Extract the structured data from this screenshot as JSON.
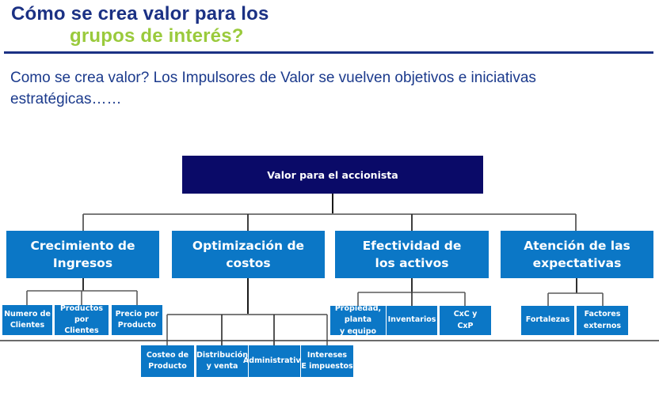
{
  "header": {
    "title_line1": "Cómo se crea valor para los",
    "title_line2": "grupos de interés?",
    "subtitle": "Como se crea valor? Los Impulsores de Valor se vuelven objetivos e iniciativas estratégicas……"
  },
  "colors": {
    "title_navy": "#1b3184",
    "accent_green": "#9aca3c",
    "root_box_navy": "#0a0a68",
    "branch_box_blue": "#0b77c6",
    "connector_gray": "#7a7a7a",
    "connector_dark": "#2a2a2a"
  },
  "org_chart": {
    "root": {
      "label": "Valor para el accionista"
    },
    "branches": [
      {
        "label": "Crecimiento de\nIngresos",
        "children": [
          "Numero de\nClientes",
          "Productos por\nClientes",
          "Precio por\nProducto"
        ]
      },
      {
        "label": "Optimización de\ncostos",
        "children": [
          "Costeo de\nProducto",
          "Distribución\ny venta",
          "Administrativo",
          "Intereses\nE impuestos"
        ]
      },
      {
        "label": "Efectividad de\nlos activos",
        "children": [
          "Propiedad,\nplanta\ny equipo",
          "Inventarios",
          "CxC y\nCxP"
        ]
      },
      {
        "label": "Atención de las\nexpectativas",
        "children": [
          "Fortalezas",
          "Factores\nexternos"
        ]
      }
    ]
  }
}
